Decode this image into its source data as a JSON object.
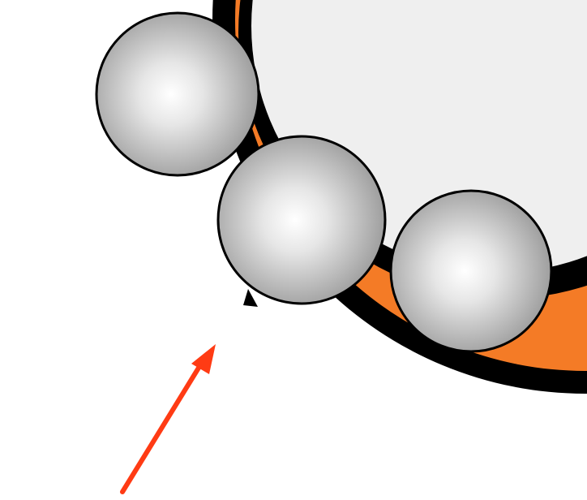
{
  "diagram": {
    "subject": "bearing-outer-race-defect",
    "colors": {
      "background": "#ffffff",
      "race_outline": "#000000",
      "cage_fill": "#f47b26",
      "bore_fill": "#efefef",
      "ball_highlight": "#ffffff",
      "ball_shade": "#9c9c9c",
      "defect_waves": "#ffffff",
      "pointer_arrow": "#ff3b14"
    },
    "rolling_elements": [
      {
        "id": "ball-1"
      },
      {
        "id": "ball-2"
      },
      {
        "id": "ball-3"
      }
    ],
    "icons": {
      "pointer": "arrow-icon",
      "defect": "vibration-waves-icon"
    }
  }
}
